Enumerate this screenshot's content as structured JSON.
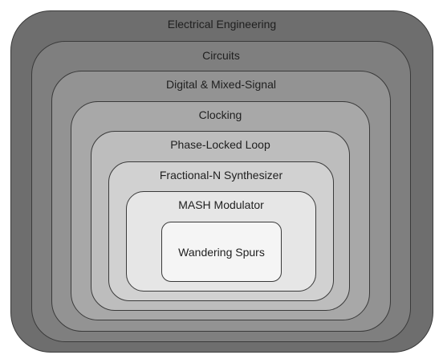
{
  "layers": [
    {
      "label": "Electrical Engineering",
      "fill": "#6e6e6e"
    },
    {
      "label": "Circuits",
      "fill": "#7f7f7f"
    },
    {
      "label": "Digital & Mixed-Signal",
      "fill": "#939393"
    },
    {
      "label": "Clocking",
      "fill": "#a8a8a8"
    },
    {
      "label": "Phase-Locked Loop",
      "fill": "#bdbdbd"
    },
    {
      "label": "Fractional-N Synthesizer",
      "fill": "#d1d1d1"
    },
    {
      "label": "MASH Modulator",
      "fill": "#e6e6e6"
    },
    {
      "label": "Wandering Spurs",
      "fill": "#f5f5f5"
    }
  ]
}
